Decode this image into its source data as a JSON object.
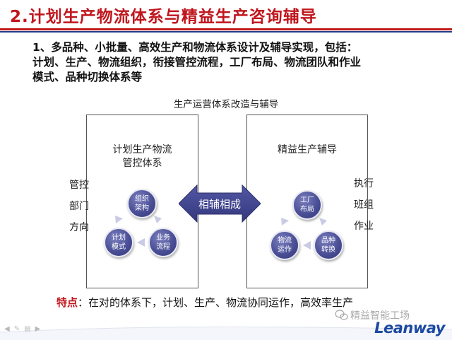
{
  "title": "2.计划生产物流体系与精益生产咨询辅导",
  "intro_lines": [
    "1、多品种、小批量、高效生产和物流体系设计及辅导实现，包括：",
    "计划、生产、物流组织，衔接管控流程，工厂布局、物流团队和作业",
    "模式、品种切换体系等"
  ],
  "diagram": {
    "title": "生产运营体系改造与辅导",
    "left_box": {
      "title_lines": [
        "计划生产物流",
        "管控体系"
      ],
      "circles": [
        {
          "lines": [
            "组织",
            "架构"
          ]
        },
        {
          "lines": [
            "业务",
            "流程"
          ]
        },
        {
          "lines": [
            "计划",
            "模式"
          ]
        }
      ]
    },
    "right_box": {
      "title": "精益生产辅导",
      "circles": [
        {
          "lines": [
            "工厂",
            "布局"
          ]
        },
        {
          "lines": [
            "品种",
            "转换"
          ]
        },
        {
          "lines": [
            "物流",
            "运作"
          ]
        }
      ]
    },
    "center_arrow_label": "相辅相成",
    "left_side_labels": [
      "管控",
      "部门",
      "方向"
    ],
    "right_side_labels": [
      "执行",
      "班组",
      "作业"
    ]
  },
  "feature": {
    "key": "特点",
    "text": "：在对的体系下，计划、生产、物流协同运作，高效率生产"
  },
  "watermark": "精益智能工场",
  "brand": "Leanway",
  "colors": {
    "title_red": "#c0161d",
    "rule_blue": "#203d86",
    "circle_purple": "#4a4f96",
    "arrow_purple": "#3f4392",
    "brand_blue": "#1c4aa0"
  },
  "icons": [
    "slide-nav-prev-icon",
    "slide-nav-pen-icon",
    "slide-nav-menu-icon",
    "slide-nav-next-icon",
    "wechat-icon"
  ]
}
